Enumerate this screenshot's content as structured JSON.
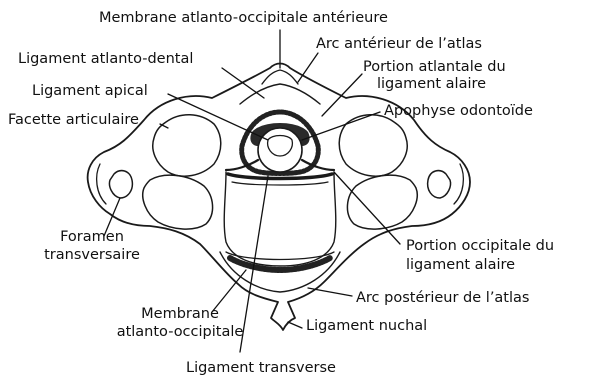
{
  "labels": {
    "membrane_ant": "Membrane atlanto-occipitale antérieure",
    "arc_anterieur": "Arc antérieur de l’atlas",
    "ligament_atlanto_dental": "Ligament atlanto-dental",
    "portion_atlantale_1": "Portion atlantale du",
    "portion_atlantale_2": "ligament alaire",
    "ligament_apical": "Ligament apical",
    "apophyse": "Apophyse odontoïde",
    "facette": "Facette articulaire",
    "foramen_1": "Foramen",
    "foramen_2": "transversaire",
    "portion_occipitale_1": "Portion occipitale du",
    "portion_occipitale_2": "ligament alaire",
    "arc_posterieur": "Arc postérieur de l’atlas",
    "membrane_ao_1": "Membrane",
    "membrane_ao_2": "atlanto-occipitale",
    "ligament_nuchal": "Ligament nuchal",
    "ligament_transverse": "Ligament transverse"
  }
}
